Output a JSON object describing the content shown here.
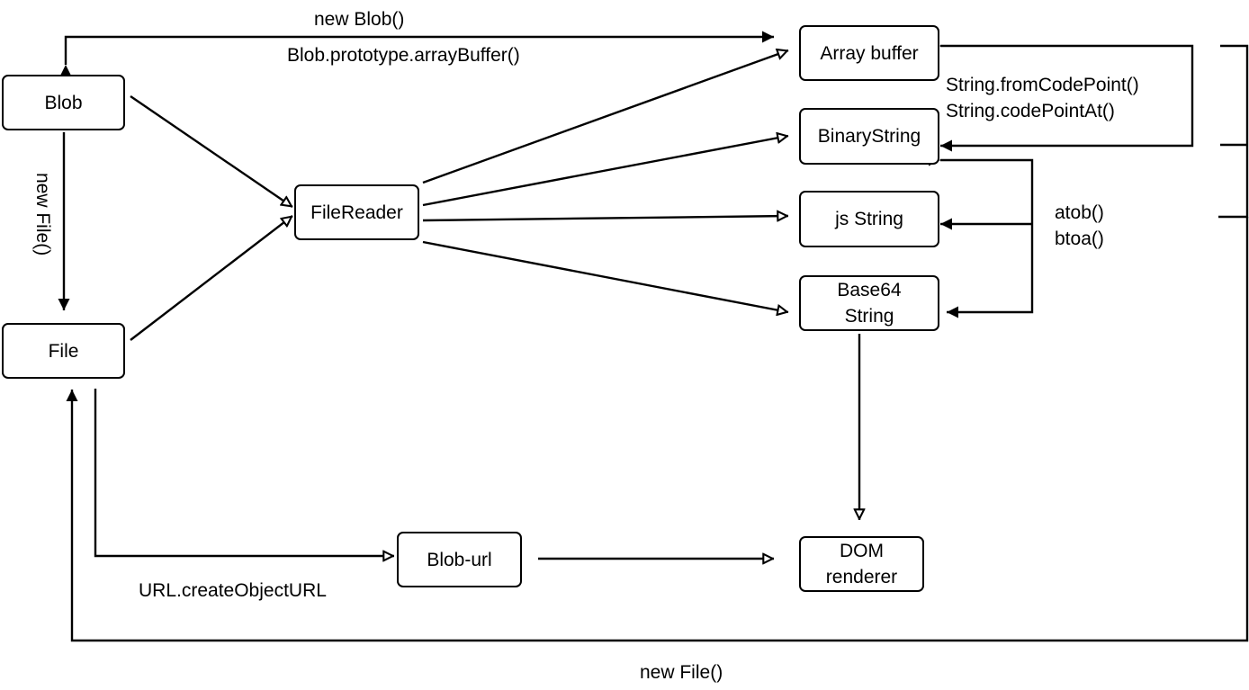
{
  "nodes": {
    "blob": "Blob",
    "file": "File",
    "filereader": "FileReader",
    "array_buffer": "Array buffer",
    "binary_string": "BinaryString",
    "js_string": "js String",
    "base64_string": "Base64\nString",
    "blob_url": "Blob-url",
    "dom_renderer": "DOM\nrenderer"
  },
  "labels": {
    "new_blob": "new Blob()",
    "array_buffer_method": "Blob.prototype.arrayBuffer()",
    "new_file_vertical": "new File()",
    "from_code_point": "String.fromCodePoint()\nString.codePointAt()",
    "atob_btoa": "atob()\nbtoa()",
    "create_object_url": "URL.createObjectURL",
    "new_file_bottom": "new File()"
  }
}
